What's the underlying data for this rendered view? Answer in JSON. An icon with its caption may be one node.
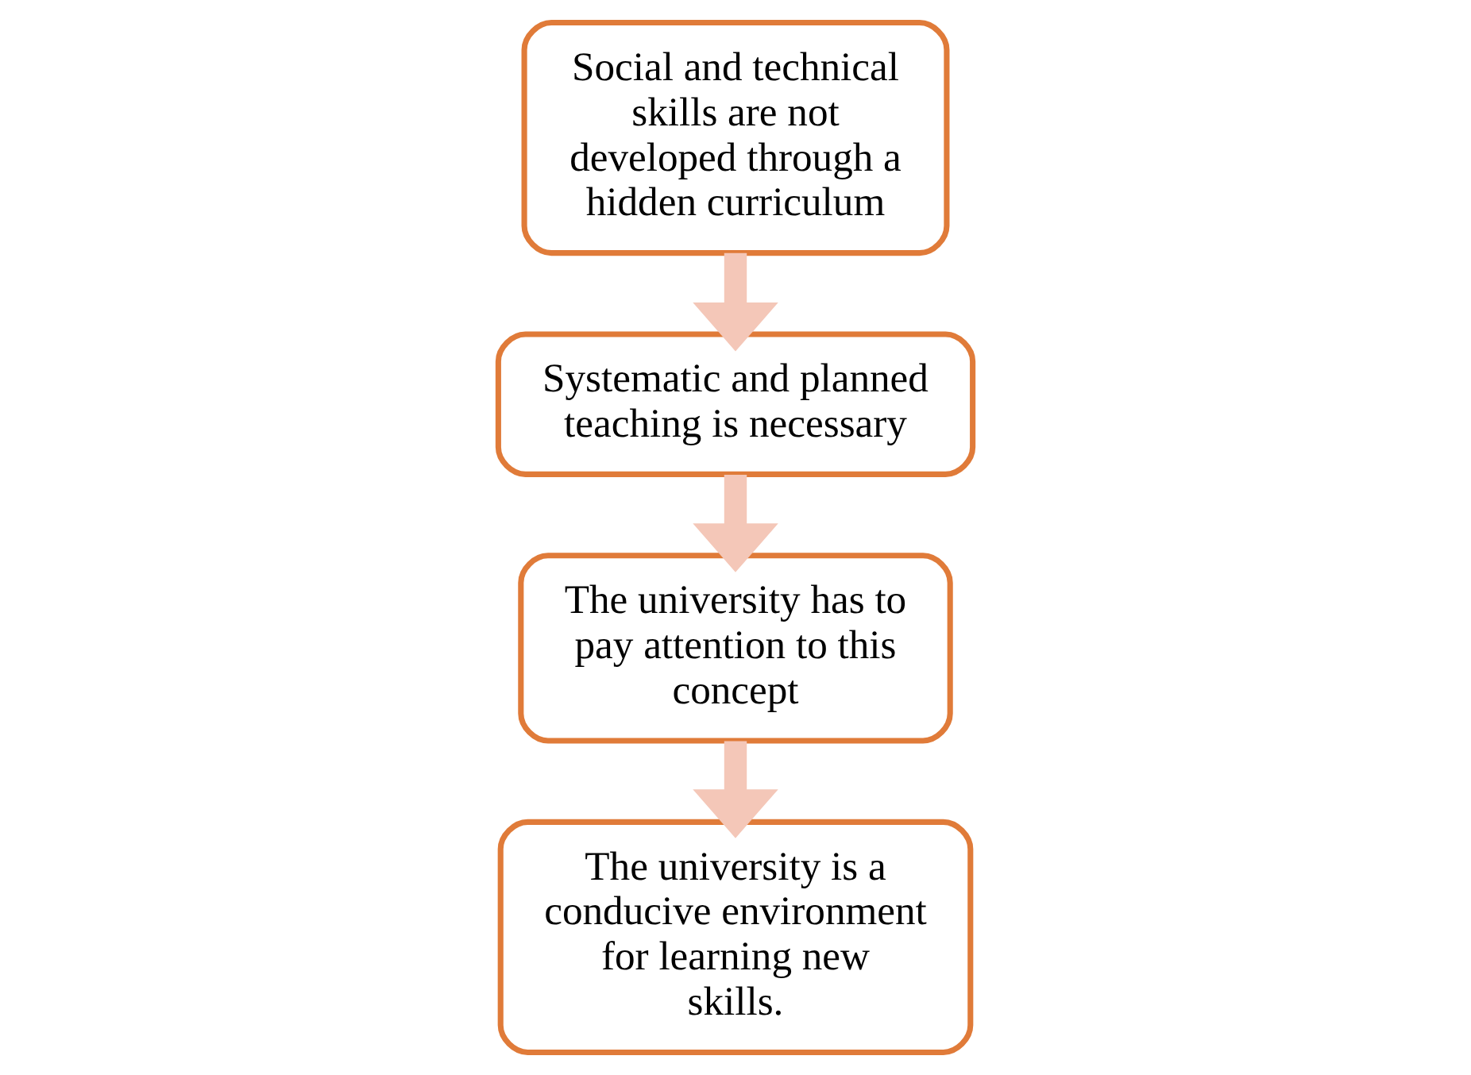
{
  "diagram": {
    "nodes": [
      {
        "text": [
          "Social and technical skills are not developed through a hidden curriculum"
        ]
      },
      {
        "text": [
          "Systematic and planned teaching is necessary"
        ]
      },
      {
        "text": [
          "The university has to pay attention to this concept"
        ]
      },
      {
        "text": [
          "The university is a conducive environment for learning new skills."
        ]
      }
    ],
    "edges": [
      {
        "from": 0,
        "to": 1,
        "arrow": "to"
      },
      {
        "from": 1,
        "to": 2,
        "arrow": "to"
      },
      {
        "from": 2,
        "to": 3,
        "arrow": "to"
      }
    ]
  }
}
